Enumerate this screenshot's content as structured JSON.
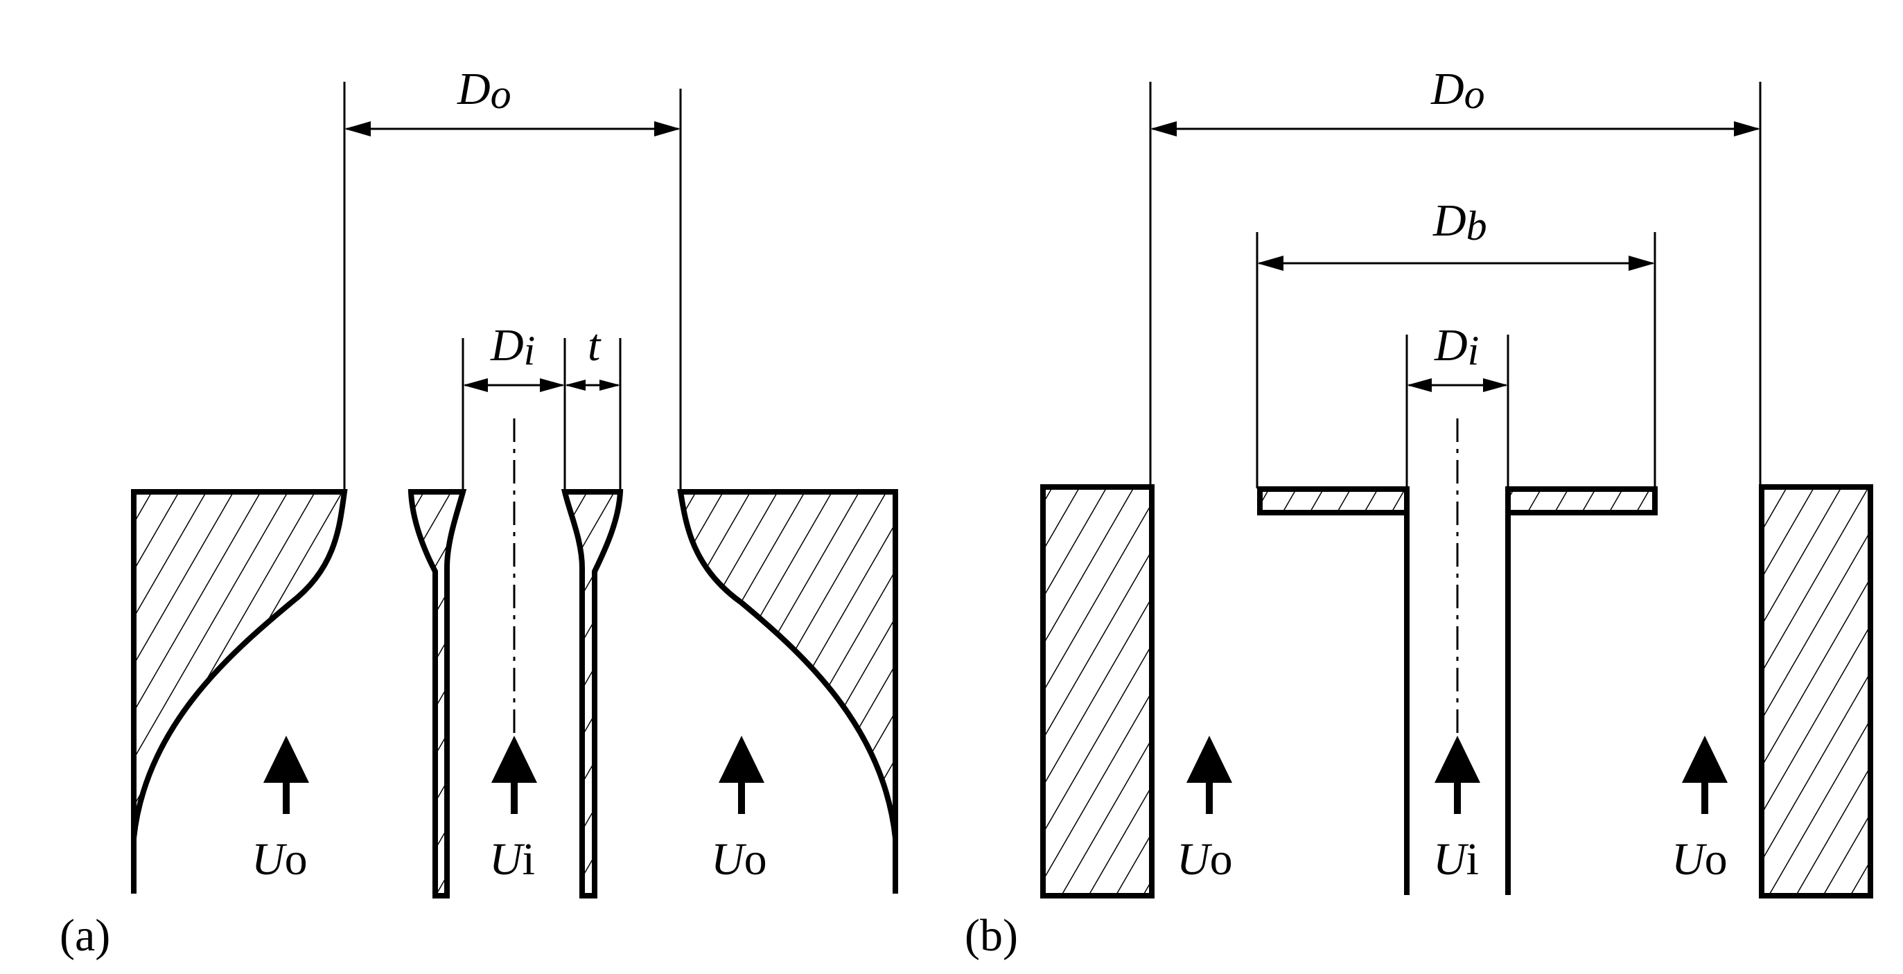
{
  "panel_a": {
    "label": "(a)",
    "dim_outer": {
      "sym": "D",
      "sub": "o"
    },
    "dim_inner": {
      "sym": "D",
      "sub": "i"
    },
    "dim_thickness": {
      "sym": "t"
    },
    "flow_left": {
      "sym": "U",
      "sub": "o"
    },
    "flow_center": {
      "sym": "U",
      "sub": "i"
    },
    "flow_right": {
      "sym": "U",
      "sub": "o"
    }
  },
  "panel_b": {
    "label": "(b)",
    "dim_outer": {
      "sym": "D",
      "sub": "o"
    },
    "dim_bluff": {
      "sym": "D",
      "sub": "b"
    },
    "dim_inner": {
      "sym": "D",
      "sub": "i"
    },
    "flow_left": {
      "sym": "U",
      "sub": "o"
    },
    "flow_center": {
      "sym": "U",
      "sub": "i"
    },
    "flow_right": {
      "sym": "U",
      "sub": "o"
    }
  }
}
